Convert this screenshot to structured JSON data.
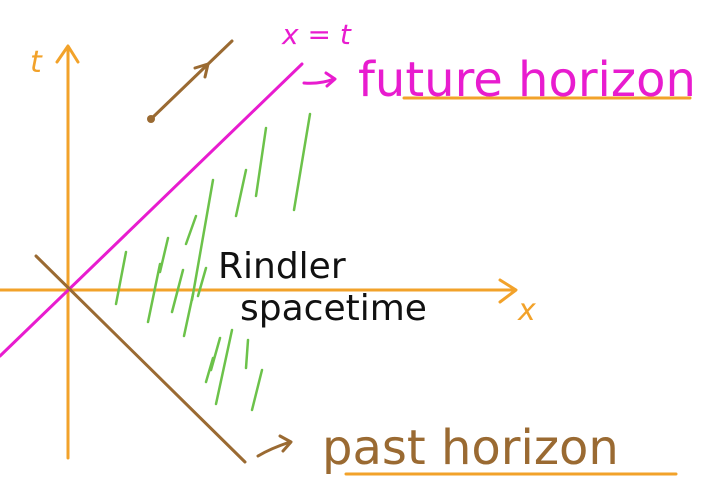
{
  "labels": {
    "t_axis": "t",
    "x_axis": "x",
    "future_line": "x = t",
    "future_horizon": "future horizon",
    "region_line1": "Rindler",
    "region_line2": "spacetime",
    "past_horizon": "past horizon"
  },
  "colors": {
    "axes": "#f2a22a",
    "future_horizon": "#e81ccf",
    "past_horizon": "#9a6a32",
    "shading": "#6cc24a",
    "worldline": "#9a6a32",
    "text": "#111111"
  }
}
